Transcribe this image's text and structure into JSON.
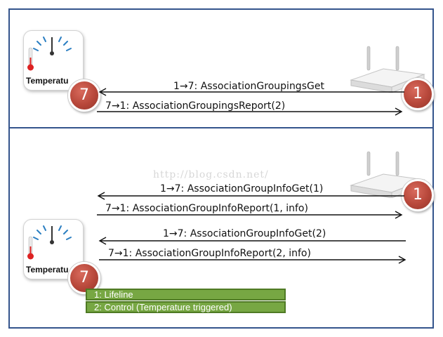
{
  "top_panel": {
    "thermostat_label": "Temperatu",
    "thermostat_node_id": "7",
    "controller_node_id": "1",
    "messages": [
      {
        "text": "1→7: AssociationGroupingsGet",
        "direction": "left"
      },
      {
        "text": "7→1: AssociationGroupingsReport(2)",
        "direction": "right"
      }
    ]
  },
  "bottom_panel": {
    "thermostat_label": "Temperatu",
    "thermostat_node_id": "7",
    "controller_node_id": "1",
    "watermark": "http://blog.csdn.net/",
    "messages": [
      {
        "text": "1→7: AssociationGroupInfoGet(1)",
        "direction": "left"
      },
      {
        "text": "7→1: AssociationGroupInfoReport(1, info)",
        "direction": "right"
      },
      {
        "text": "1→7: AssociationGroupInfoGet(2)",
        "direction": "left"
      },
      {
        "text": "7→1: AssociationGroupInfoReport(2, info)",
        "direction": "right"
      }
    ],
    "legend": [
      "1: Lifeline",
      "2: Control (Temperature triggered)"
    ]
  },
  "colors": {
    "frame": "#34548c",
    "badge": "#b7473a",
    "legend_fill": "#77a743",
    "legend_border": "#4f7a24"
  },
  "icons": [
    "thermometer-gauge-icon",
    "router-icon",
    "arrow-left-icon",
    "arrow-right-icon"
  ]
}
